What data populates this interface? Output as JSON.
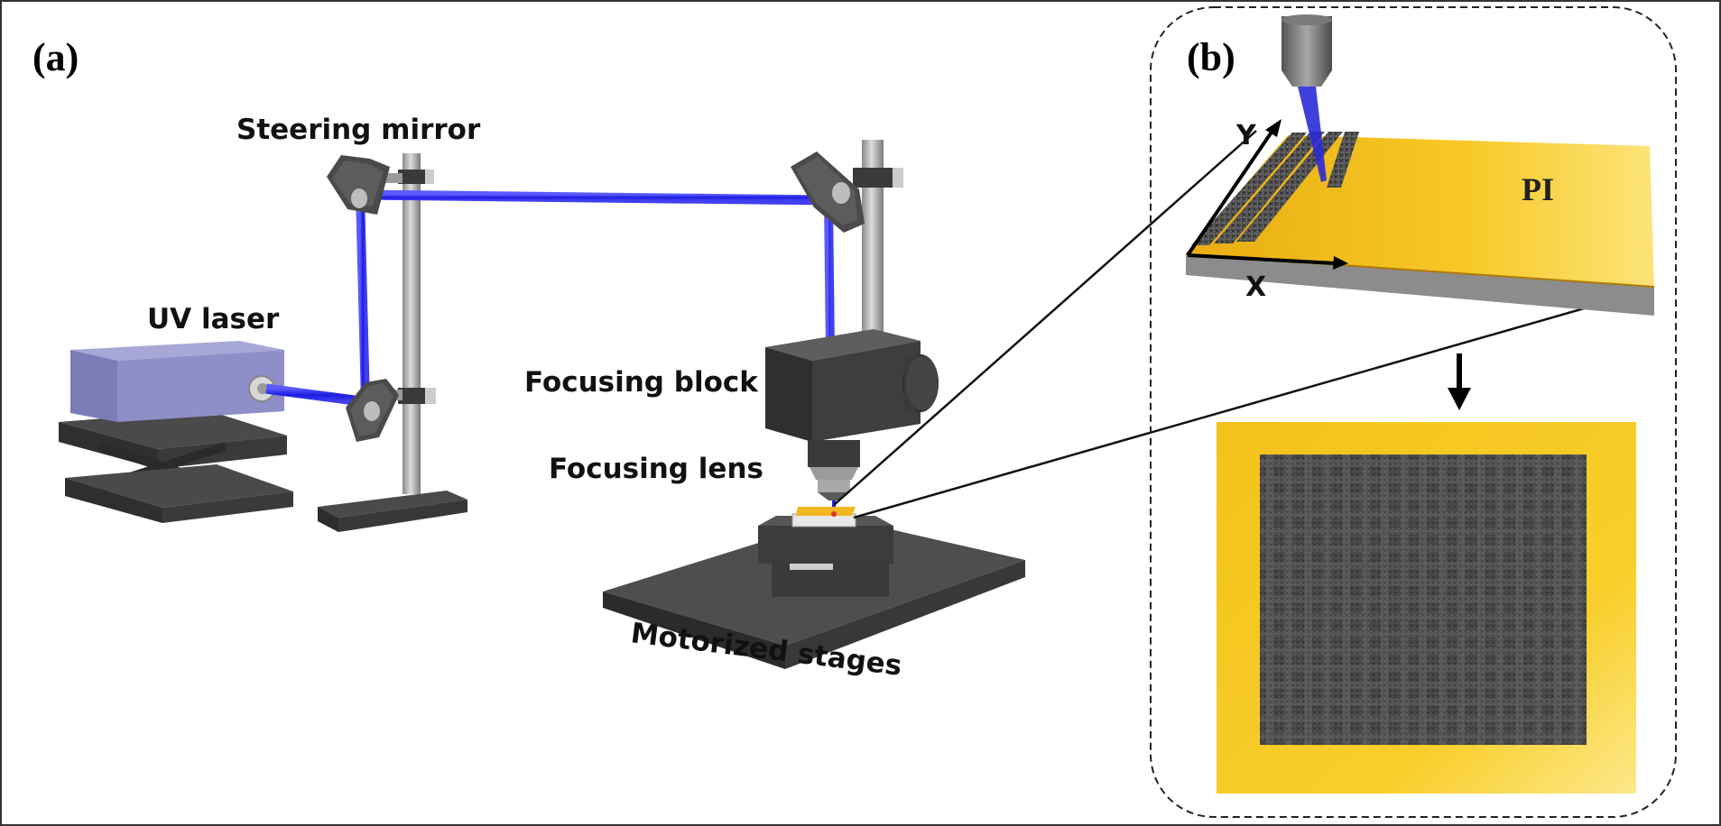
{
  "panels": {
    "a": {
      "letter": "(a)"
    },
    "b": {
      "letter": "(b)"
    }
  },
  "labels": {
    "steering_mirror": "Steering mirror",
    "uv_laser": "UV laser",
    "focusing_block": "Focusing block",
    "focusing_lens": "Focusing lens",
    "motorized_stages": "Motorized stages",
    "axis_y": "Y",
    "axis_x": "X",
    "material": "PI"
  },
  "colors": {
    "beam": "#2020e8",
    "laser_body": "#8e8ec8",
    "dark_metal": "#3c3c3c",
    "post": "#b0b0b0",
    "substrate": "#f2c11e",
    "pattern": "#4a4a4a"
  },
  "grid_pattern": {
    "columns": 17,
    "rows": 17
  }
}
